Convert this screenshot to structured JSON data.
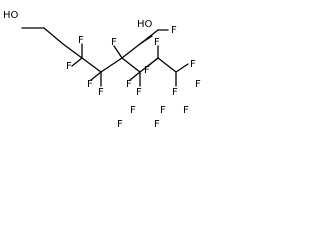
{
  "molecule": {
    "atom_labels": {
      "hydroxyl_left": "HO",
      "hydroxyl_right": "HO",
      "fluorine": "F"
    },
    "colors": {
      "background": "#ffffff",
      "bonds": "#000000",
      "text": "#000000"
    }
  }
}
